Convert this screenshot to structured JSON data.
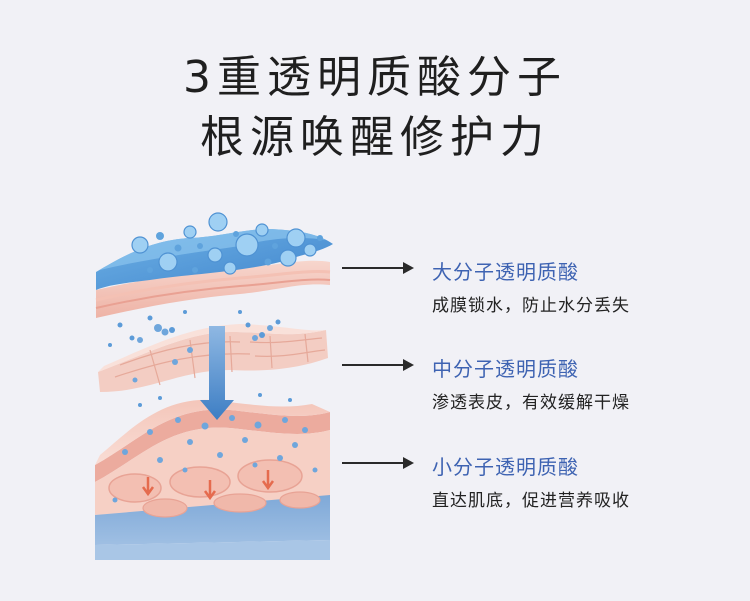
{
  "title": {
    "line1": "3重透明质酸分子",
    "line2": "根源唤醒修护力"
  },
  "layers": [
    {
      "label": "大分子透明质酸",
      "desc": "成膜锁水，防止水分丢失"
    },
    {
      "label": "中分子透明质酸",
      "desc": "渗透表皮，有效缓解干燥"
    },
    {
      "label": "小分子透明质酸",
      "desc": "直达肌底，促进营养吸收"
    }
  ],
  "colors": {
    "label_blue": "#3e63b2",
    "arrow_blue": "#4a86c8",
    "skin_pink": "#f4c5b9",
    "water_blue": "#5aa0dc"
  }
}
